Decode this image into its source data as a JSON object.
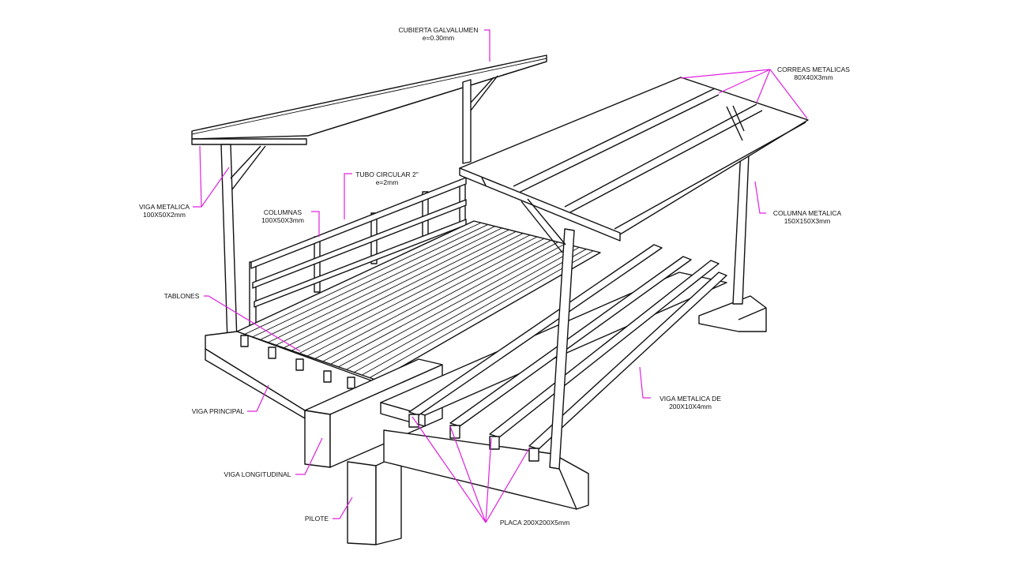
{
  "diagram": {
    "leader_color": "#e020e0",
    "line_color": "#111111",
    "labels": {
      "cubierta_1": "CUBIERTA GALVALUMEN",
      "cubierta_2": "e=0.30mm",
      "correas_1": "CORREAS METALICAS",
      "correas_2": "80X40X3mm",
      "viga_metalica_1": "VIGA METALICA",
      "viga_metalica_2": "100X50X2mm",
      "tubo_1": "TUBO CIRCULAR  2\"",
      "tubo_2": "e=2mm",
      "columnas_1": "COLUMNAS",
      "columnas_2": "100X50X3mm",
      "columna_metalica_1": "COLUMNA METALICA",
      "columna_metalica_2": "150X150X3mm",
      "tablones": "TABLONES",
      "viga_principal": "VIGA PRINCIPAL",
      "viga_de_1": "VIGA METALICA DE",
      "viga_de_2": "200X10X4mm",
      "viga_longitudinal": "VIGA LONGITUDINAL",
      "pilote": "PILOTE",
      "placa": "PLACA 200X200X5mm"
    }
  }
}
